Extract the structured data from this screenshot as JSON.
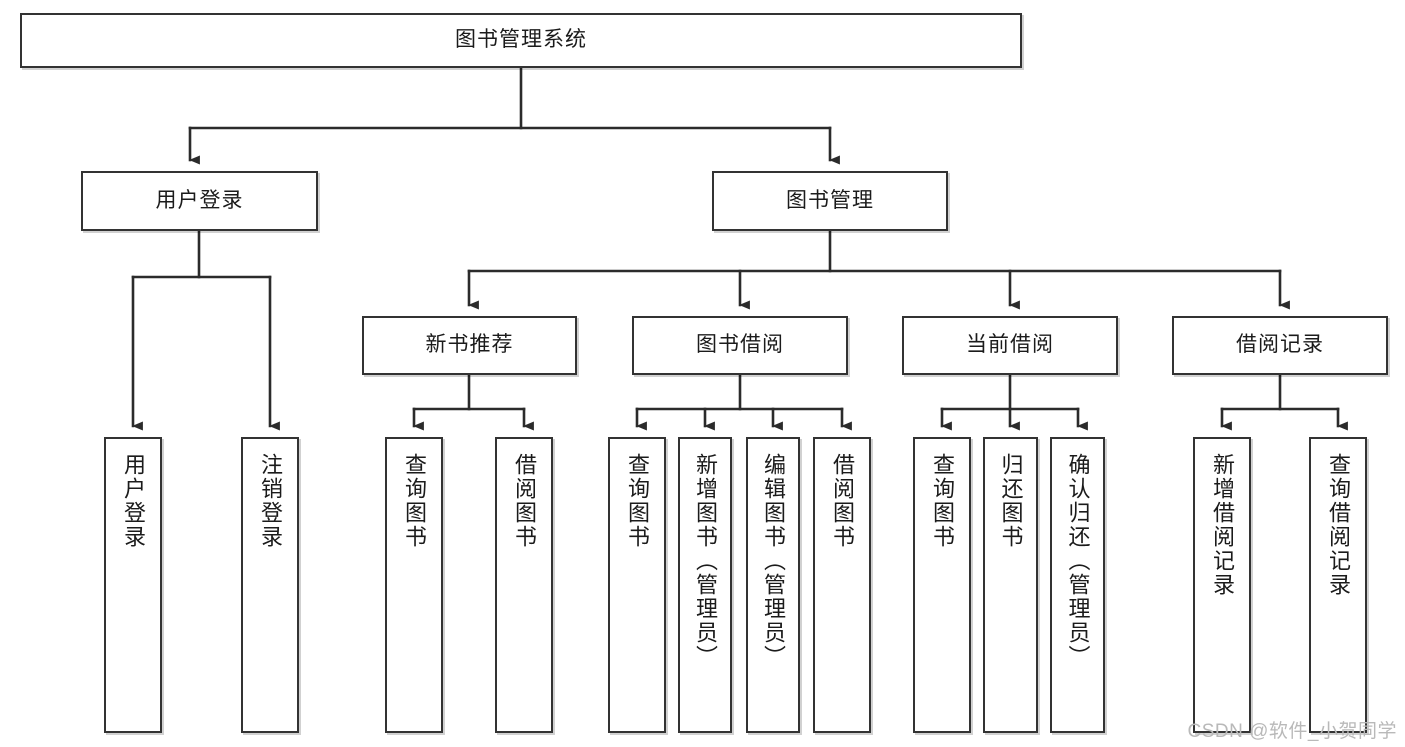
{
  "diagram": {
    "type": "tree-hierarchy",
    "title": "图书管理系统",
    "root": {
      "label": "图书管理系统"
    },
    "level2": [
      {
        "label": "用户登录"
      },
      {
        "label": "图书管理"
      }
    ],
    "level3": [
      {
        "label": "新书推荐"
      },
      {
        "label": "图书借阅"
      },
      {
        "label": "当前借阅"
      },
      {
        "label": "借阅记录"
      }
    ],
    "leaves": {
      "user_login": [
        {
          "label": "用户登录"
        },
        {
          "label": "注销登录"
        }
      ],
      "new_book_recommend": [
        {
          "label": "查询图书"
        },
        {
          "label": "借阅图书"
        }
      ],
      "book_borrow": [
        {
          "label": "查询图书"
        },
        {
          "label": "新增图书（管理员）"
        },
        {
          "label": "编辑图书（管理员）"
        },
        {
          "label": "借阅图书"
        }
      ],
      "current_borrow": [
        {
          "label": "查询图书"
        },
        {
          "label": "归还图书"
        },
        {
          "label": "确认归还（管理员）"
        }
      ],
      "borrow_record": [
        {
          "label": "新增借阅记录"
        },
        {
          "label": "查询借阅记录"
        }
      ]
    }
  },
  "watermark": {
    "text": "CSDN @软件_小贺同学"
  },
  "colors": {
    "box_border": "#333333",
    "box_fill": "#ffffff",
    "edge": "#2b2b2b",
    "text": "#1b1b1b",
    "watermark": "#b9b9b9"
  }
}
